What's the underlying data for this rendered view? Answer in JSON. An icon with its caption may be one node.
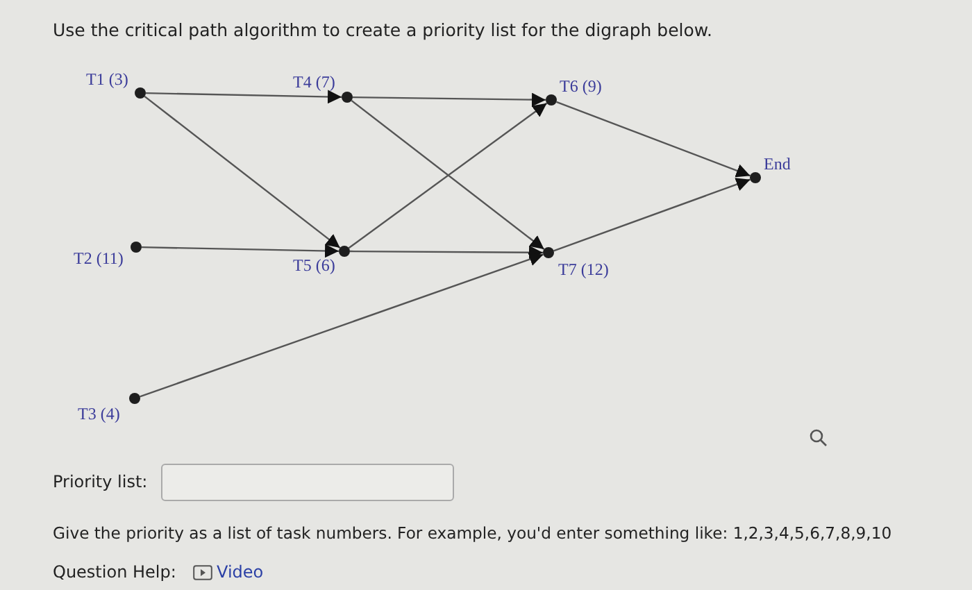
{
  "diagram": {
    "title": "Use the critical path algorithm to create a priority list for the digraph below.",
    "nodes": [
      {
        "text": [],
        "shape": "circle",
        "beside": [
          "T1 (3)"
        ]
      },
      {
        "text": [],
        "shape": "circle",
        "beside": [
          "T4 (7)"
        ]
      },
      {
        "text": [],
        "shape": "circle",
        "beside": [
          "T6 (9)"
        ]
      },
      {
        "text": [],
        "shape": "circle",
        "beside": [
          "End"
        ]
      },
      {
        "text": [],
        "shape": "circle",
        "beside": [
          "T2 (11)"
        ]
      },
      {
        "text": [],
        "shape": "circle",
        "beside": [
          "T5 (6)"
        ]
      },
      {
        "text": [],
        "shape": "circle",
        "beside": [
          "T7 (12)"
        ]
      },
      {
        "text": [],
        "shape": "circle",
        "beside": [
          "T3 (4)"
        ]
      }
    ],
    "edges": [
      {
        "from": 0,
        "to": 1,
        "arrow": "to"
      },
      {
        "from": 0,
        "to": 5,
        "arrow": "to"
      },
      {
        "from": 1,
        "to": 2,
        "arrow": "to"
      },
      {
        "from": 1,
        "to": 6,
        "arrow": "to"
      },
      {
        "from": 4,
        "to": 5,
        "arrow": "to"
      },
      {
        "from": 5,
        "to": 2,
        "arrow": "to"
      },
      {
        "from": 5,
        "to": 6,
        "arrow": "to"
      },
      {
        "from": 7,
        "to": 6,
        "arrow": "to"
      },
      {
        "from": 2,
        "to": 3,
        "arrow": "to"
      },
      {
        "from": 6,
        "to": 3,
        "arrow": "to"
      }
    ],
    "labels": [
      "Priority list:",
      "Give the priority as a list of task numbers. For example, you'd enter something like: 1,2,3,4,5,6,7,8,9,10",
      "Question Help:",
      "Video"
    ]
  }
}
